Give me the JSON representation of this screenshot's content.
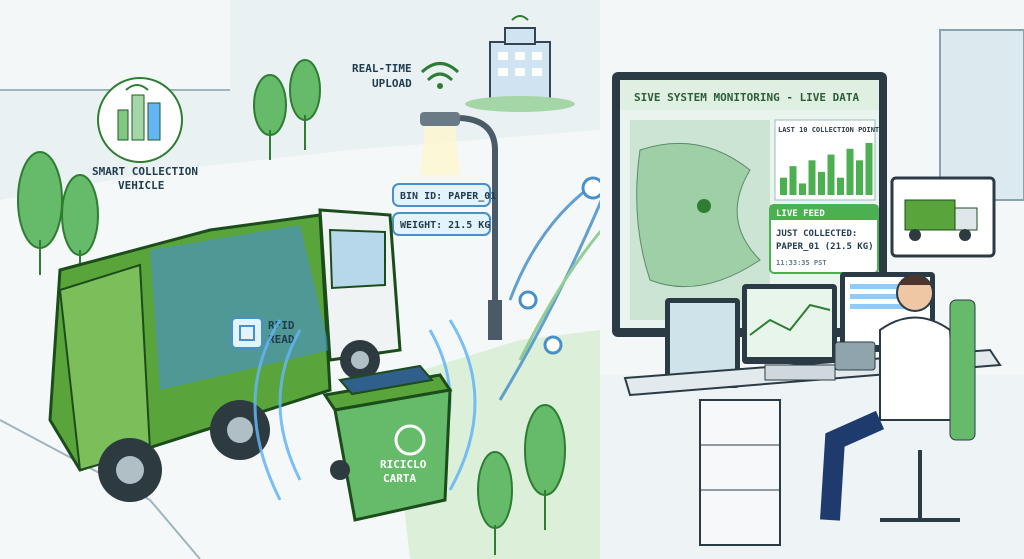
{
  "city_badge": {
    "label_line1": "SMART COLLECTION",
    "label_line2": "VEHICLE"
  },
  "upload": {
    "label_line1": "REAL-TIME",
    "label_line2": "UPLOAD"
  },
  "rfid_tag": {
    "line1": "RFID",
    "line2": "READ"
  },
  "bin_info": {
    "bin_id": "BIN ID: PAPER_01",
    "weight": "WEIGHT: 21.5 KG"
  },
  "bin": {
    "line1": "RICICLO",
    "line2": "CARTA"
  },
  "monitor": {
    "title": "SIVE SYSTEM MONITORING - LIVE DATA",
    "chart_title": "LAST 10 COLLECTION POINTS",
    "chart_values": [
      3,
      5,
      2,
      6,
      4,
      7,
      3,
      8,
      6,
      9
    ]
  },
  "live_feed": {
    "header": "LIVE FEED",
    "line1": "JUST COLLECTED:",
    "line2": "PAPER_01 (21.5 KG)",
    "time": "11:33:35 PST"
  },
  "colors": {
    "green": "#4caf50",
    "dark_green": "#2e7d32",
    "blue": "#4a90c8",
    "sky": "#dfeff5"
  }
}
